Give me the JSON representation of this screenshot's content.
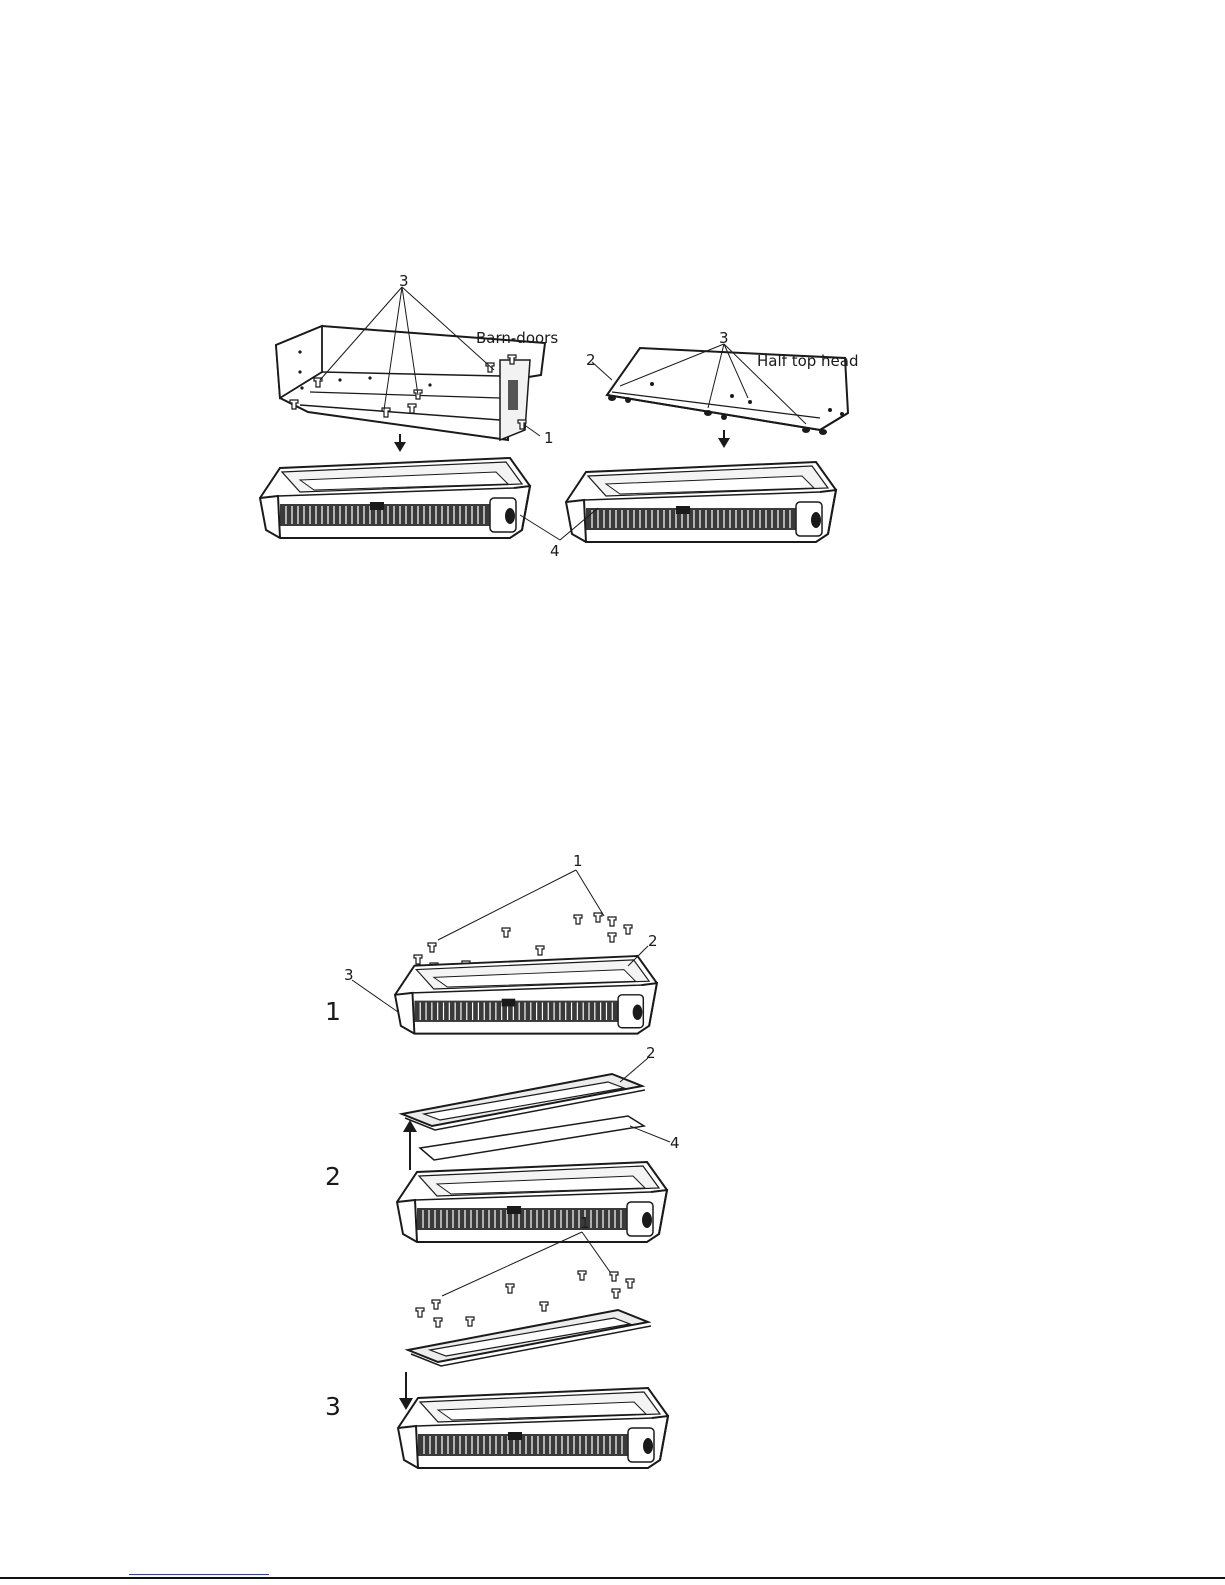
{
  "figure_top": {
    "left_assembly": {
      "name_label": "Barn-doors",
      "callouts": {
        "screws": "3",
        "frame": "1"
      }
    },
    "right_assembly": {
      "name_label": "Half top head",
      "callouts": {
        "screws": "3",
        "frame": "2"
      }
    },
    "shared_callout": "4"
  },
  "figure_bottom": {
    "steps": [
      {
        "number": "1",
        "callouts": {
          "screws": "1",
          "frame": "2",
          "body": "3"
        }
      },
      {
        "number": "2",
        "callouts": {
          "frame": "2",
          "glass": "4"
        }
      },
      {
        "number": "3",
        "callouts": {
          "screws": "1"
        }
      }
    ]
  },
  "colors": {
    "line": "#1a1a1a",
    "fill_dark": "#2a2a2a",
    "fill_mid": "#9a9a9a",
    "link": "#2b3bd6"
  }
}
